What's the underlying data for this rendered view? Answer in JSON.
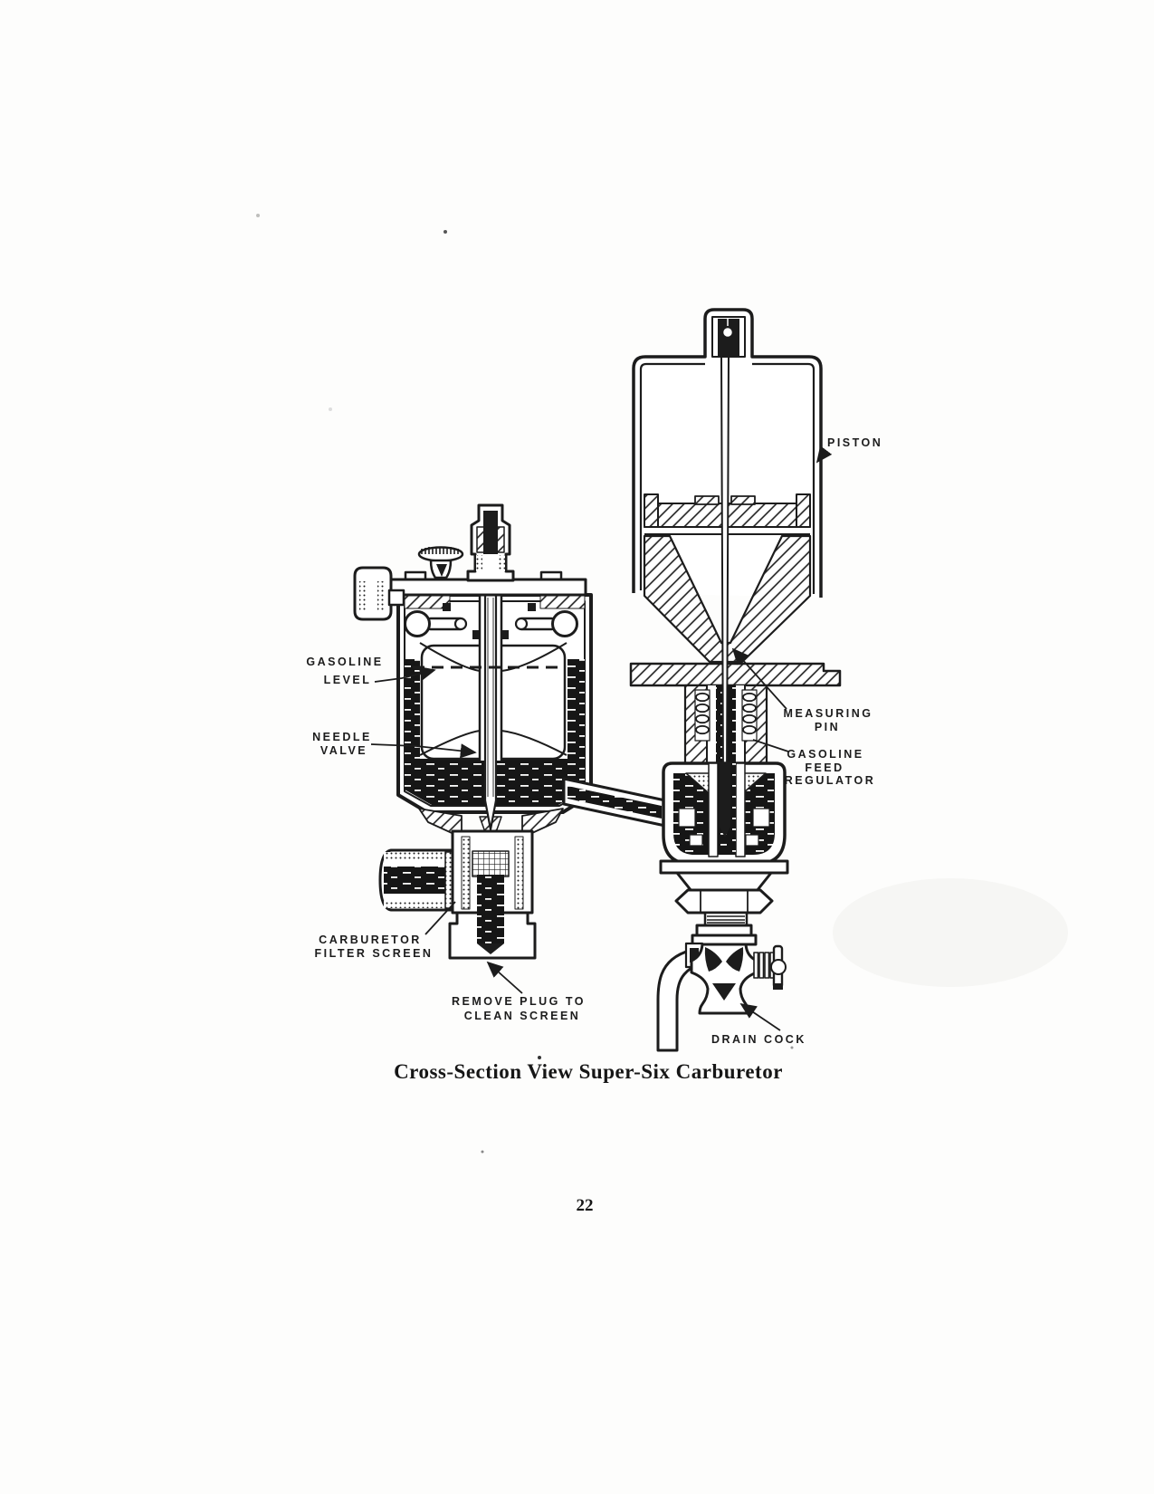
{
  "page": {
    "caption": "Cross-Section View Super-Six Carburetor",
    "page_number": "22"
  },
  "colors": {
    "ink": "#1c1c1c",
    "paper": "#fdfdfc"
  },
  "diagram": {
    "labels": {
      "piston": {
        "lines": [
          "PISTON"
        ]
      },
      "gasoline_level": {
        "lines": [
          "GASOLINE",
          "LEVEL"
        ]
      },
      "needle_valve": {
        "lines": [
          "NEEDLE",
          "VALVE"
        ]
      },
      "measuring_pin": {
        "lines": [
          "MEASURING",
          "PIN"
        ]
      },
      "gasoline_feed_regulator": {
        "lines": [
          "GASOLINE",
          "FEED",
          "REGULATOR"
        ]
      },
      "carburetor_filter_screen": {
        "lines": [
          "CARBURETOR",
          "FILTER SCREEN"
        ]
      },
      "remove_plug": {
        "lines": [
          "REMOVE PLUG TO",
          "CLEAN SCREEN"
        ]
      },
      "drain_cock": {
        "lines": [
          "DRAIN COCK"
        ]
      }
    }
  }
}
